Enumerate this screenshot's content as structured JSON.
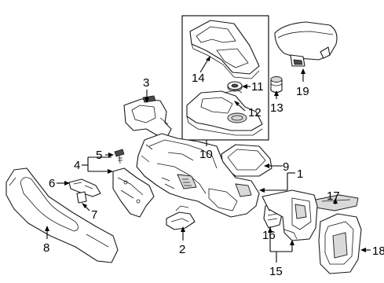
{
  "diagram": {
    "callouts": [
      {
        "id": "c1",
        "label": "1"
      },
      {
        "id": "c2",
        "label": "2"
      },
      {
        "id": "c3",
        "label": "3"
      },
      {
        "id": "c4",
        "label": "4"
      },
      {
        "id": "c5",
        "label": "5"
      },
      {
        "id": "c6",
        "label": "6"
      },
      {
        "id": "c7",
        "label": "7"
      },
      {
        "id": "c8",
        "label": "8"
      },
      {
        "id": "c9",
        "label": "9"
      },
      {
        "id": "c10",
        "label": "10"
      },
      {
        "id": "c11",
        "label": "11"
      },
      {
        "id": "c12",
        "label": "12"
      },
      {
        "id": "c13",
        "label": "13"
      },
      {
        "id": "c14",
        "label": "14"
      },
      {
        "id": "c15",
        "label": "15"
      },
      {
        "id": "c16",
        "label": "16"
      },
      {
        "id": "c17",
        "label": "17"
      },
      {
        "id": "c18",
        "label": "18"
      },
      {
        "id": "c19",
        "label": "19"
      }
    ],
    "colors": {
      "line": "#1a1a1a",
      "background": "#ffffff",
      "shade": "#d9d9d9"
    }
  }
}
